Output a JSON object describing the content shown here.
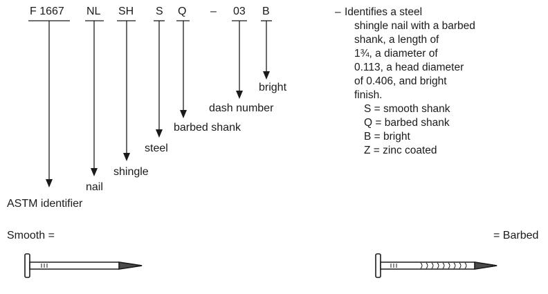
{
  "code_parts": [
    "F 1667",
    "NL",
    "SH",
    "S",
    "Q",
    "–",
    "03",
    "B"
  ],
  "labels": {
    "astm": "ASTM identifier",
    "nail": "nail",
    "shingle": "shingle",
    "steel": "steel",
    "barbed_shank": "barbed shank",
    "dash_number": "dash number",
    "bright": "bright"
  },
  "description": {
    "lead_dash": "–",
    "lines": [
      "Identifies a steel",
      "shingle nail with a barbed",
      "shank, a length of",
      "1¾, a diameter of",
      "0.113, a head diameter",
      "of 0.406, and bright",
      "finish."
    ],
    "legend": [
      "S = smooth shank",
      "Q = barbed shank",
      "B = bright",
      "Z = zinc coated"
    ]
  },
  "nail_labels": {
    "smooth": "Smooth =",
    "barbed": "= Barbed"
  },
  "icons": [
    "smooth-nail-icon",
    "barbed-nail-icon",
    "down-arrow-icon"
  ]
}
